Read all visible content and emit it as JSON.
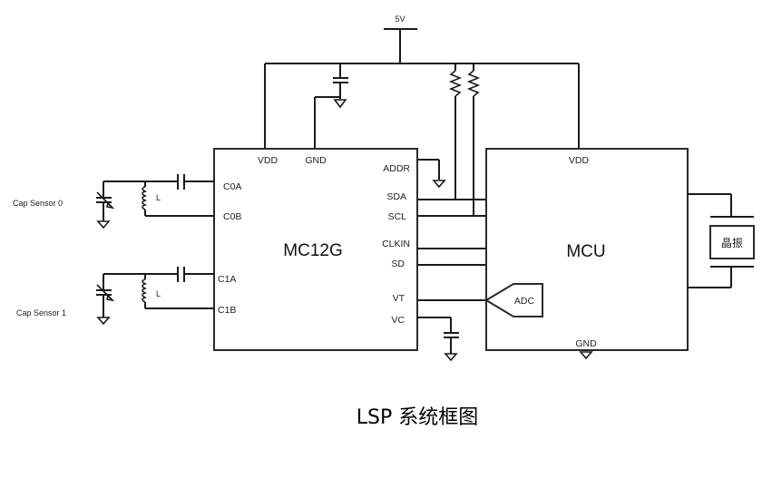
{
  "supply": {
    "label": "5V"
  },
  "mc12g": {
    "name": "MC12G",
    "pins_top": [
      "VDD",
      "GND"
    ],
    "pins_left": [
      "C0A",
      "C0B",
      "C1A",
      "C1B"
    ],
    "pins_right": [
      "ADDR",
      "SDA",
      "SCL",
      "CLKIN",
      "SD",
      "VT",
      "VC"
    ]
  },
  "mcu": {
    "name": "MCU",
    "vdd": "VDD",
    "gnd": "GND",
    "adc": "ADC"
  },
  "crystal": {
    "label": "晶振"
  },
  "sensors": [
    {
      "label": "Cap Sensor  0",
      "inductor": "L"
    },
    {
      "label": "Cap Sensor  1",
      "inductor": "L"
    }
  ],
  "caption": "LSP 系统框图"
}
